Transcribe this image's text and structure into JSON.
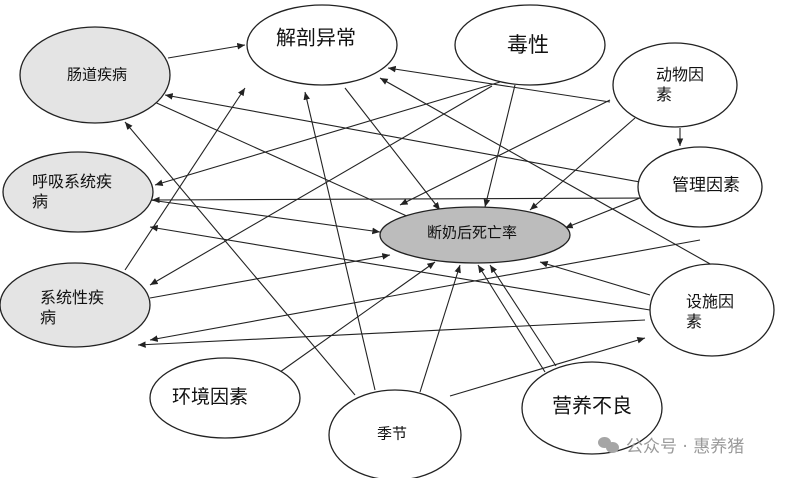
{
  "diagram": {
    "nodes": {
      "intestinal": "肠道疾病",
      "anatomical": "解剖异常",
      "toxicity": "毒性",
      "animal_line1": "动物因",
      "animal_line2": "素",
      "management": "管理因素",
      "respiratory_line1": "呼吸系统疾",
      "respiratory_line2": "病",
      "center": "断奶后死亡率",
      "systemic_line1": "系统性疾",
      "systemic_line2": "病",
      "facility_line1": "设施因",
      "facility_line2": "素",
      "environment": "环境因素",
      "season": "季节",
      "malnutrition": "营养不良"
    }
  },
  "watermark": "公众号 · 惠养猪",
  "colors": {
    "disease_fill": "#e4e4e4",
    "center_fill": "#bcbcbc",
    "factor_fill": "#ffffff",
    "stroke": "#222222"
  }
}
